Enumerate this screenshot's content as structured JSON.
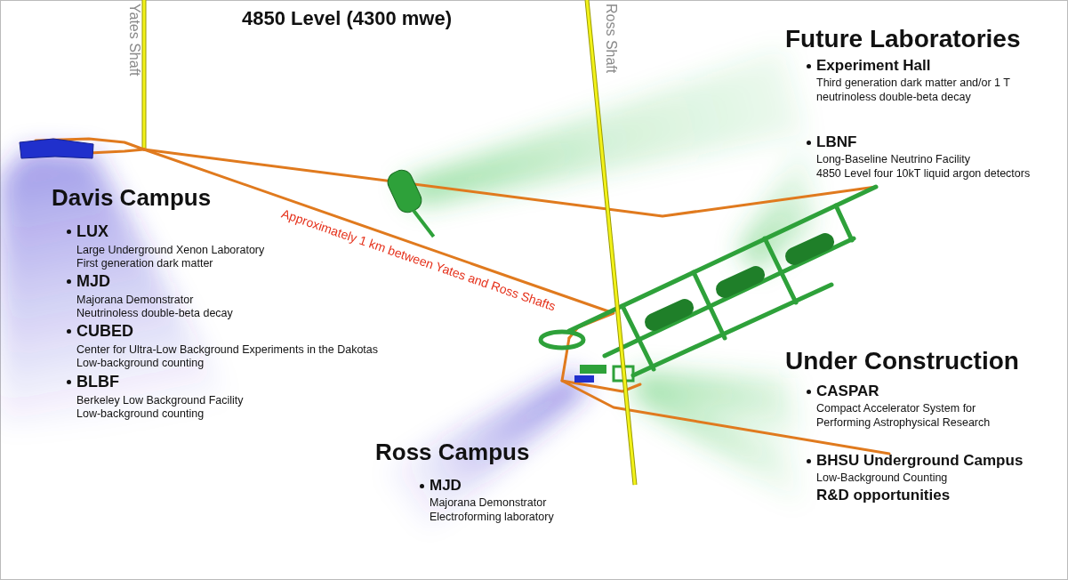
{
  "diagram": {
    "title": "4850 Level (4300 mwe)",
    "nodes": [
      {
        "text": [
          "Davis Campus"
        ]
      },
      {
        "text": [
          "LUX",
          "Large Underground Xenon Laboratory",
          "First generation dark matter"
        ],
        "in": 0
      },
      {
        "text": [
          "MJD",
          "Majorana Demonstrator",
          "Neutrinoless double-beta decay"
        ],
        "in": 0
      },
      {
        "text": [
          "CUBED",
          "Center for Ultra-Low Background Experiments in the Dakotas",
          "Low-background counting"
        ],
        "in": 0
      },
      {
        "text": [
          "BLBF",
          "Berkeley Low Background Facility",
          "Low-background counting"
        ],
        "in": 0
      },
      {
        "text": [
          "Future Laboratories"
        ]
      },
      {
        "text": [
          "Experiment Hall",
          "Third generation dark matter and/or 1 T neutrinoless double-beta decay"
        ],
        "in": 5
      },
      {
        "text": [
          "LBNF",
          "Long-Baseline Neutrino Facility",
          "4850 Level four 10kT liquid argon detectors"
        ],
        "in": 5
      },
      {
        "text": [
          "Under Construction"
        ]
      },
      {
        "text": [
          "CASPAR",
          "Compact Accelerator System for Performing Astrophysical Research"
        ],
        "in": 8
      },
      {
        "text": [
          "BHSU Underground Campus",
          "Low-Background Counting"
        ],
        "in": 8
      },
      {
        "text": [
          "Ross Campus"
        ]
      },
      {
        "text": [
          "MJD",
          "Majorana Demonstrator",
          "Electroforming laboratory"
        ],
        "in": 11
      }
    ],
    "labels": [
      "Yates Shaft",
      "Ross Shaft",
      "Approximately 1 km between Yates and Ross Shafts",
      "R&D opportunities"
    ]
  }
}
